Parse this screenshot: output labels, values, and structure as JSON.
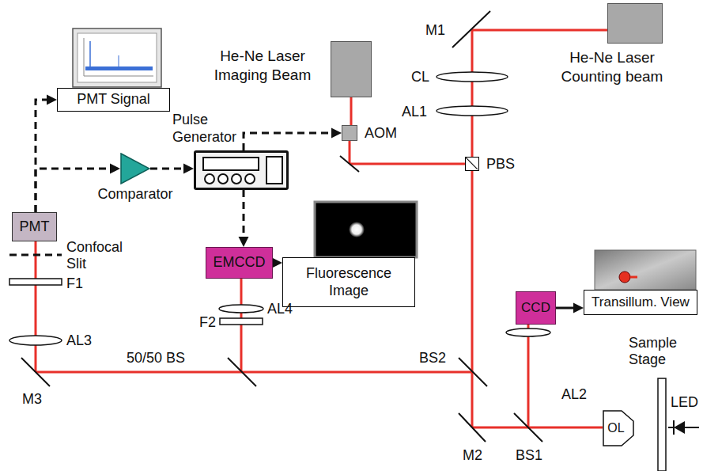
{
  "diagram": {
    "nodes": [
      {
        "text": [
          "PMT Signal"
        ]
      },
      {
        "text": [
          "He-Ne Laser Imaging Beam"
        ]
      },
      {
        "text": [
          "He-Ne Laser Counting beam"
        ]
      },
      {
        "text": [
          "Pulse Generator"
        ]
      },
      {
        "text": [
          "AOM"
        ]
      },
      {
        "text": [
          "Comparator"
        ]
      },
      {
        "text": [
          "PMT"
        ]
      },
      {
        "text": [
          "EMCCD"
        ]
      },
      {
        "text": [
          "Fluorescence Image"
        ]
      },
      {
        "text": [
          "CCD"
        ]
      },
      {
        "text": [
          "Transillum. View"
        ]
      },
      {
        "text": [
          "PBS"
        ]
      },
      {
        "text": [
          "OL"
        ]
      }
    ],
    "edges": [
      {
        "from": 6,
        "to": 0,
        "arrow": "to"
      },
      {
        "from": 6,
        "to": 5,
        "arrow": "to"
      },
      {
        "from": 5,
        "to": 3,
        "arrow": "to"
      },
      {
        "from": 3,
        "to": 4,
        "arrow": "to"
      },
      {
        "from": 3,
        "to": 7,
        "arrow": "to"
      },
      {
        "from": 7,
        "to": 8,
        "arrow": "to"
      },
      {
        "from": 9,
        "to": 10,
        "arrow": "to"
      }
    ],
    "labels": [
      "M1",
      "CL",
      "AL1",
      "Confocal Slit",
      "F1",
      "AL3",
      "M3",
      "F2",
      "AL4",
      "50/50 BS",
      "BS2",
      "M2",
      "BS1",
      "AL2",
      "Sample Stage",
      "LED"
    ]
  }
}
